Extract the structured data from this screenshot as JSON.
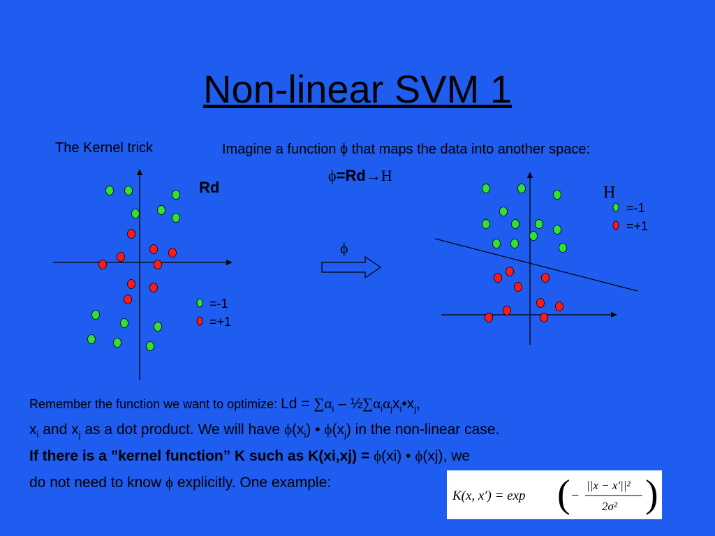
{
  "slide": {
    "title": "Non-linear SVM 1",
    "kernel_trick_label": "The Kernel trick",
    "imagine_text": "Imagine a function ϕ that maps the data into another space:",
    "mapping": {
      "phi": "ϕ",
      "eq_rd": "=Rd",
      "arrow": "→",
      "space": "H"
    },
    "rd_label": "Rd",
    "h_label": "H",
    "phi_arrow_label": "ϕ",
    "legend": {
      "neg_label": "=-1",
      "pos_label": "=+1"
    },
    "paragraph": {
      "line1_prefix": "Remember the function we want to optimize: ",
      "line1_formula_a": "Ld = ",
      "line1_sum": "∑",
      "line1_alpha": "α",
      "line1_i": "i",
      "line1_minus_half": " – ½",
      "line1_sum2": "∑",
      "line1_alpha2": "α",
      "line1_i2": "i",
      "line1_alpha3": "α",
      "line1_j": "j",
      "line1_x": "x",
      "line1_i3": "i",
      "line1_dot": "•x",
      "line1_j2": "j",
      "line1_comma": ",",
      "line2_x": "x",
      "line2_i": "i",
      "line2_and": " and x",
      "line2_j": "j",
      "line2_mid": " as a dot product. We will have ",
      "line2_phi1": "ϕ",
      "line2_xi_open": "(x",
      "line2_i2": "i",
      "line2_close1": ") • ",
      "line2_phi2": "ϕ",
      "line2_xj_open": "(x",
      "line2_j2": "j",
      "line2_end": ") in the non-linear case.",
      "line3_bold": "If there is a ”kernel function” K such as K(xi,xj) = ",
      "line3_phi1": "ϕ",
      "line3_mid": "(xi) • ",
      "line3_phi2": "ϕ",
      "line3_end": "(xj), we",
      "line4_start": "do not need to know ",
      "line4_phi": "ϕ",
      "line4_end": " explicitly. One example:"
    },
    "formula": {
      "lhs": "K(x, x′) = exp",
      "num": "||x − x′||²",
      "den": "2σ²",
      "minus": "−"
    },
    "colors": {
      "background": "#1f5cf0",
      "class_neg": "#33e033",
      "class_pos": "#ff1a1a"
    }
  },
  "chart_data": [
    {
      "type": "scatter",
      "title": "Rd",
      "series": [
        {
          "name": "=-1",
          "points": [
            [
              -43,
              -103
            ],
            [
              -16,
              -103
            ],
            [
              52,
              -97
            ],
            [
              -6,
              -70
            ],
            [
              31,
              -75
            ],
            [
              52,
              -64
            ],
            [
              -63,
              75
            ],
            [
              -22,
              87
            ],
            [
              26,
              92
            ],
            [
              -69,
              110
            ],
            [
              -32,
              115
            ],
            [
              15,
              120
            ]
          ]
        },
        {
          "name": "=+1",
          "points": [
            [
              -12,
              -41
            ],
            [
              20,
              -19
            ],
            [
              47,
              -14
            ],
            [
              -27,
              -8
            ],
            [
              -53,
              3
            ],
            [
              26,
              3
            ],
            [
              -12,
              31
            ],
            [
              20,
              36
            ],
            [
              -17,
              53
            ]
          ]
        }
      ]
    },
    {
      "type": "scatter",
      "title": "H",
      "series": [
        {
          "name": "=-1",
          "points": [
            [
              -63,
              -181
            ],
            [
              -12,
              -181
            ],
            [
              39,
              -172
            ],
            [
              -38,
              -148
            ],
            [
              -63,
              -130
            ],
            [
              -21,
              -130
            ],
            [
              13,
              -130
            ],
            [
              39,
              -122
            ],
            [
              5,
              -113
            ],
            [
              -48,
              -102
            ],
            [
              -22,
              -102
            ],
            [
              47,
              -96
            ]
          ]
        },
        {
          "name": "=+1",
          "points": [
            [
              -29,
              -62
            ],
            [
              -46,
              -53
            ],
            [
              22,
              -53
            ],
            [
              -17,
              -40
            ],
            [
              15,
              -17
            ],
            [
              42,
              -12
            ],
            [
              -33,
              -6
            ],
            [
              -59,
              4
            ],
            [
              20,
              4
            ]
          ]
        }
      ],
      "separator": true
    }
  ]
}
